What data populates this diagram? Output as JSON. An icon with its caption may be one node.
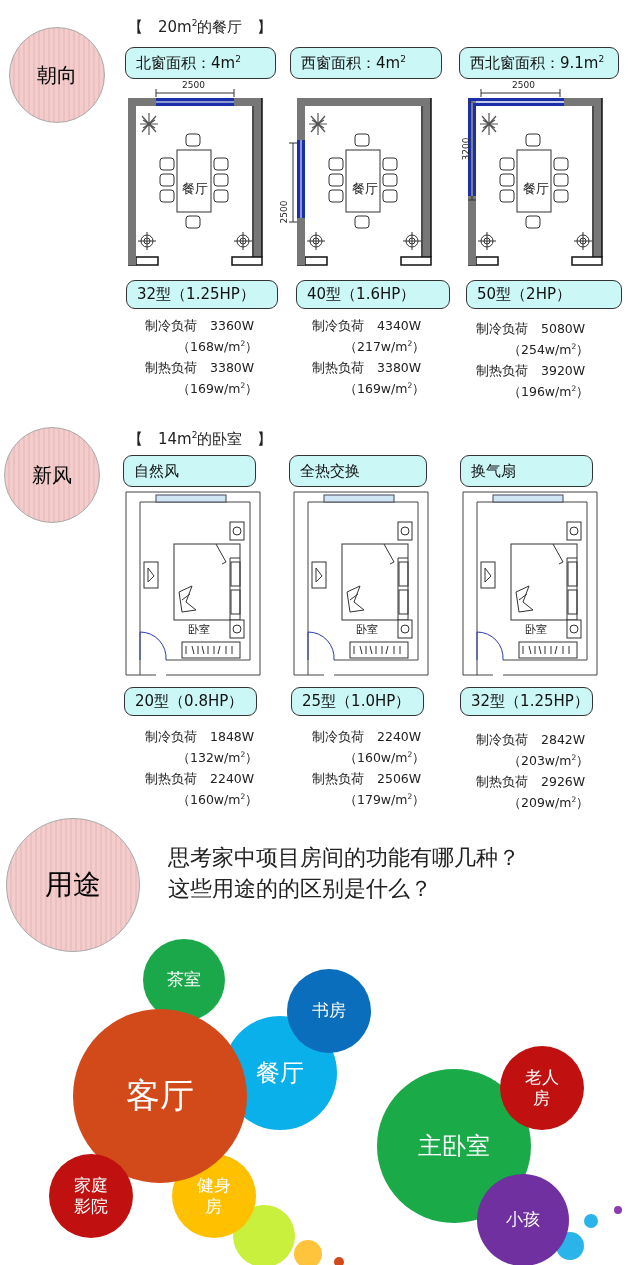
{
  "diagram": {
    "nodes": [
      {
        "text": [
          "朝向"
        ]
      },
      {
        "text": [
          "北窗面积：4m$^{2}$"
        ]
      },
      {
        "text": [
          "西窗面积：4m$^{2}$"
        ]
      },
      {
        "text": [
          "西北窗面积：9.1m$^{2}$"
        ]
      },
      {
        "text": [
          "32型（1.25HP）"
        ]
      },
      {
        "text": [
          "40型（1.6HP）"
        ]
      },
      {
        "text": [
          "50型（2HP）"
        ]
      },
      {
        "text": [
          "新风"
        ]
      },
      {
        "text": [
          "自然风"
        ]
      },
      {
        "text": [
          "全热交换"
        ]
      },
      {
        "text": [
          "换气扇"
        ]
      },
      {
        "text": [
          "20型（0.8HP）"
        ]
      },
      {
        "text": [
          "25型（1.0HP）"
        ]
      },
      {
        "text": [
          "32型（1.25HP）"
        ]
      },
      {
        "text": [
          "用途"
        ]
      },
      {
        "text": [
          "茶室"
        ]
      },
      {
        "text": [
          "书房"
        ]
      },
      {
        "text": [
          "餐厅"
        ]
      },
      {
        "text": [
          "客厅"
        ]
      },
      {
        "text": [
          "主卧室"
        ]
      },
      {
        "text": [
          "老人房"
        ]
      },
      {
        "text": [
          "家庭影院"
        ]
      },
      {
        "text": [
          "健身房"
        ]
      },
      {
        "text": [
          "小孩"
        ]
      },
      {
        "text": [],
        "shape": "circle"
      },
      {
        "text": [],
        "shape": "circle"
      },
      {
        "text": [],
        "shape": "circle"
      },
      {
        "text": [],
        "shape": "circle"
      },
      {
        "text": [],
        "shape": "circle"
      },
      {
        "text": [],
        "shape": "circle"
      }
    ],
    "edges": [],
    "labels": [
      "【　20m$^{2}$的餐厅　】",
      "2500",
      "餐厅",
      "2500",
      "餐厅",
      "2500",
      "3200",
      "餐厅",
      "制冷负荷　3360W",
      "（168w/m$^{2}$）",
      "制热负荷　3380W",
      "（169w/m$^{2}$）",
      "制冷负荷　4340W",
      "（217w/m$^{2}$）",
      "制热负荷　3380W",
      "（169w/m$^{2}$）",
      "制冷负荷　5080W",
      "（254w/m$^{2}$）",
      "制热负荷　3920W",
      "（196w/m$^{2}$）",
      "【　14m$^{2}$的卧室　】",
      "卧室",
      "卧室",
      "卧室",
      "制冷负荷　1848W",
      "（132w/m$^{2}$）",
      "制热负荷　2240W",
      "（160w/m$^{2}$）",
      "制冷负荷　2240W",
      "（160w/m$^{2}$）",
      "制热负荷　2506W",
      "（179w/m$^{2}$）",
      "制冷负荷　2842W",
      "（203w/m$^{2}$）",
      "制热负荷　2926W",
      "（209w/m$^{2}$）",
      "思考家中项目房间的功能有哪几种？",
      "这些用途的的区别是什么？"
    ]
  }
}
